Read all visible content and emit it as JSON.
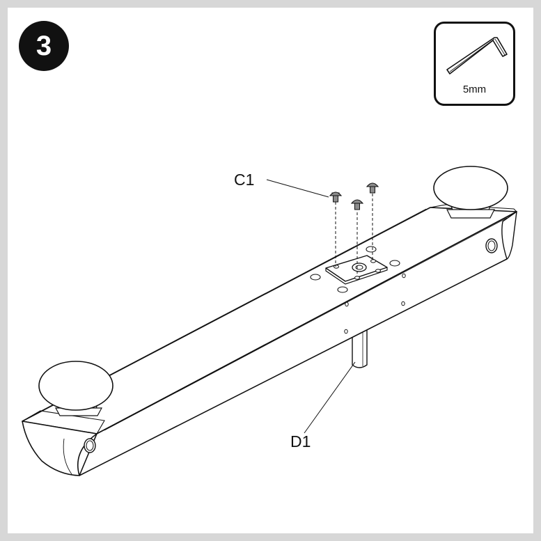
{
  "step": {
    "number": "3"
  },
  "tool": {
    "size_label": "5mm",
    "icon": "hex-key-icon"
  },
  "callouts": {
    "screws": "C1",
    "post": "D1"
  },
  "colors": {
    "line": "#111111",
    "background_frame": "#d7d7d7",
    "sheet": "#ffffff",
    "screw_fill": "#8c8c8c"
  }
}
